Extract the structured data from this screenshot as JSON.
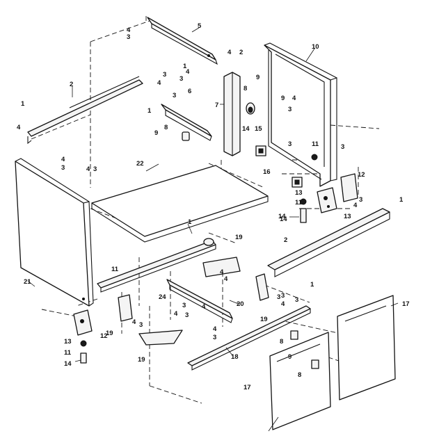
{
  "callouts": {
    "c1": "1",
    "c2": "1",
    "c3": "1",
    "c4": "1",
    "c5": "1",
    "c6": "1",
    "c7": "2",
    "c8": "2",
    "c9": "2",
    "c10": "3",
    "c11": "3",
    "c12": "3",
    "c13": "3",
    "c14": "3",
    "c15": "3",
    "c16": "3",
    "c17": "3",
    "c18": "3",
    "c19": "3",
    "c20": "3",
    "c21": "3",
    "c22": "3",
    "c23": "3",
    "c24": "3",
    "c25": "3",
    "c26": "4",
    "c27": "4",
    "c28": "4",
    "c29": "4",
    "c30": "4",
    "c31": "4",
    "c32": "4",
    "c33": "4",
    "c34": "4",
    "c35": "4",
    "c36": "4",
    "c37": "4",
    "c38": "4",
    "c39": "4",
    "c40": "4",
    "c41": "5",
    "c42": "6",
    "c43": "7",
    "c44": "8",
    "c45": "8",
    "c46": "8",
    "c47": "8",
    "c48": "9",
    "c49": "9",
    "c50": "9",
    "c51": "9",
    "c52": "10",
    "c53": "11",
    "c54": "11",
    "c55": "11",
    "c56": "11",
    "c57": "12",
    "c58": "12",
    "c59": "13",
    "c60": "13",
    "c61": "13",
    "c62": "14",
    "c63": "14",
    "c64": "14",
    "c65": "14",
    "c66": "15",
    "c67": "16",
    "c68": "17",
    "c69": "17",
    "c70": "18",
    "c71": "19",
    "c72": "19",
    "c73": "19",
    "c74": "19",
    "c75": "20",
    "c76": "21",
    "c77": "22",
    "c78": "24",
    "c79": "3",
    "c80": "4"
  }
}
